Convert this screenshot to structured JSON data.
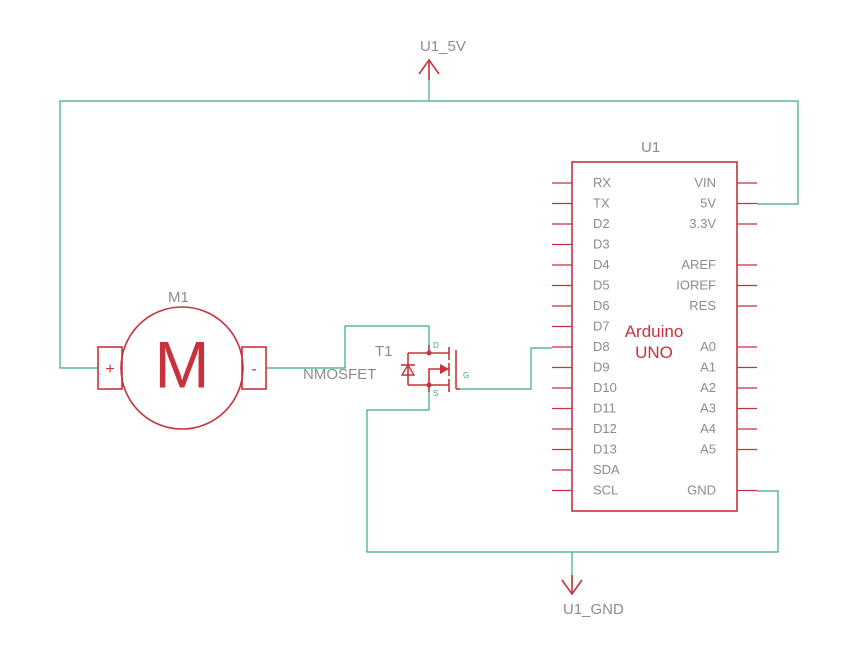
{
  "power": {
    "vcc_label": "U1_5V",
    "gnd_label": "U1_GND"
  },
  "motor": {
    "ref": "M1",
    "symbol": "M",
    "plus": "+",
    "minus": "-"
  },
  "transistor": {
    "ref": "T1",
    "value": "NMOSFET",
    "pin_d": "D",
    "pin_s": "S",
    "pin_g": "G"
  },
  "arduino": {
    "ref": "U1",
    "name_line1": "Arduino",
    "name_line2": "UNO",
    "left_pins": [
      "RX",
      "TX",
      "D2",
      "D3",
      "D4",
      "D5",
      "D6",
      "D7",
      "D8",
      "D9",
      "D10",
      "D11",
      "D12",
      "D13",
      "SDA",
      "SCL"
    ],
    "right_pins": [
      "VIN",
      "5V",
      "3.3V",
      "",
      "AREF",
      "IOREF",
      "RES",
      "",
      "A0",
      "A1",
      "A2",
      "A3",
      "A4",
      "A5",
      "",
      "GND"
    ]
  }
}
